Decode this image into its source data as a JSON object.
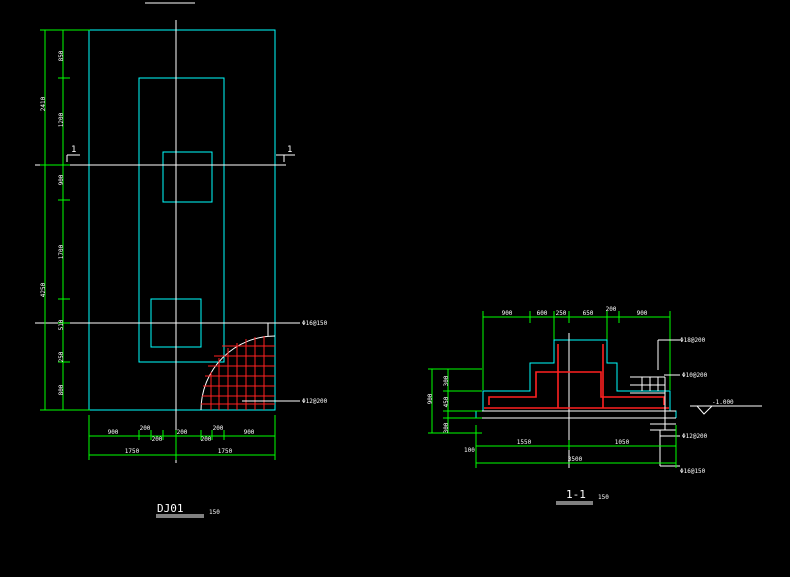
{
  "plan": {
    "left_dims": [
      "850",
      "1200",
      "900",
      "1700",
      "510",
      "250",
      "800"
    ],
    "left_totals": [
      "2410",
      "4250"
    ],
    "bottom_dims_row1": [
      "900",
      "200",
      "200",
      "200",
      "900"
    ],
    "bottom_dims_row2": [
      "200",
      "200"
    ],
    "bottom_dims_row3": [
      "1750",
      "1750"
    ],
    "section_mark_left": "1",
    "section_mark_right": "1",
    "rebar_top": "Φ16@150",
    "rebar_bottom": "Φ12@200",
    "title": "DJ01",
    "scale": "150"
  },
  "section": {
    "top_dims": [
      "900",
      "600",
      "250",
      "650",
      "200",
      "900"
    ],
    "left_dims": [
      "300",
      "450",
      "300"
    ],
    "left_total": "900",
    "pad_dim": "100",
    "bottom_dims_row1": [
      "1550",
      "1050"
    ],
    "bottom_total": "3500",
    "rebar_1": "Φ18@200",
    "rebar_2": "Φ10@200",
    "rebar_3": "Φ12@200",
    "rebar_4": "Φ16@150",
    "level": "-1.000",
    "title": "1-1",
    "scale": "150"
  },
  "colors": {
    "background": "#000000",
    "dimension": "#00ff00",
    "outline": "#00ffff",
    "rebar": "#ff2020",
    "text": "#ffffff"
  }
}
